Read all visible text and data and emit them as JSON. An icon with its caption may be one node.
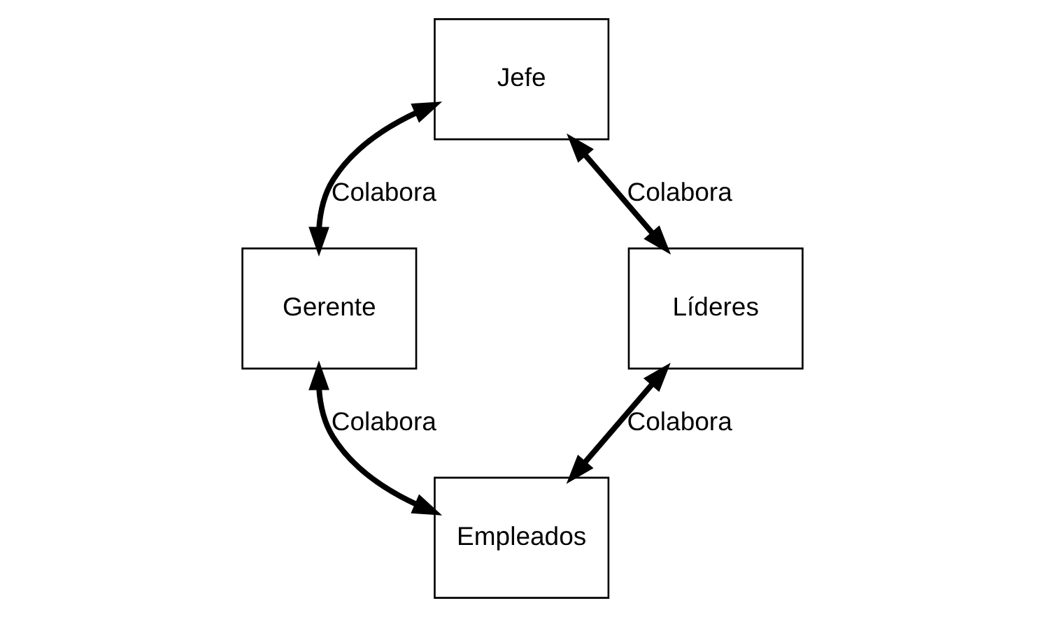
{
  "diagram": {
    "nodes": [
      {
        "text": [
          "Jefe"
        ]
      },
      {
        "text": [
          "Gerente"
        ]
      },
      {
        "text": [
          "Líderes"
        ]
      },
      {
        "text": [
          "Empleados"
        ]
      }
    ],
    "edges": [
      {
        "from": 0,
        "to": 1,
        "arrow": "both",
        "label": "Colabora"
      },
      {
        "from": 0,
        "to": 2,
        "arrow": "both",
        "label": "Colabora"
      },
      {
        "from": 1,
        "to": 3,
        "arrow": "both",
        "label": "Colabora"
      },
      {
        "from": 2,
        "to": 3,
        "arrow": "both",
        "label": "Colabora"
      }
    ]
  }
}
